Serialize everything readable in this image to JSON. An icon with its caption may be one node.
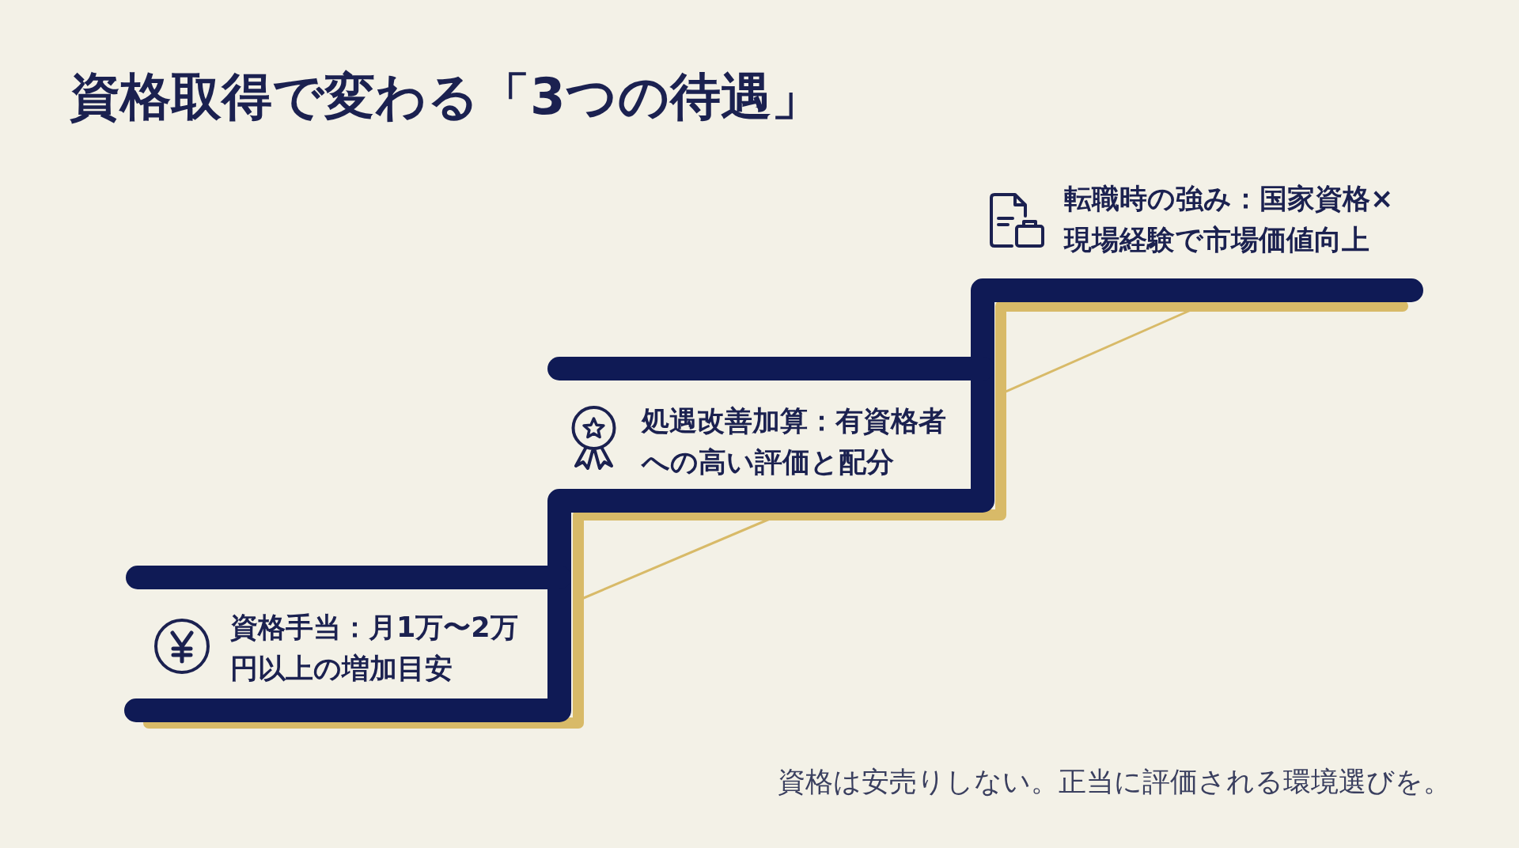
{
  "diagram": {
    "title": "資格取得で変わる「3つの待遇」",
    "caption": "資格は安売りしない。正当に評価される環境選びを。",
    "nodes": [
      {
        "text": [
          "資格手当：月1万〜2万円以上の増加目安"
        ]
      },
      {
        "text": [
          "処遇改善加算：有資格者への高い評価と配分"
        ]
      },
      {
        "text": [
          "転職時の強み：国家資格×現場経験で市場価値向上"
        ]
      }
    ]
  }
}
